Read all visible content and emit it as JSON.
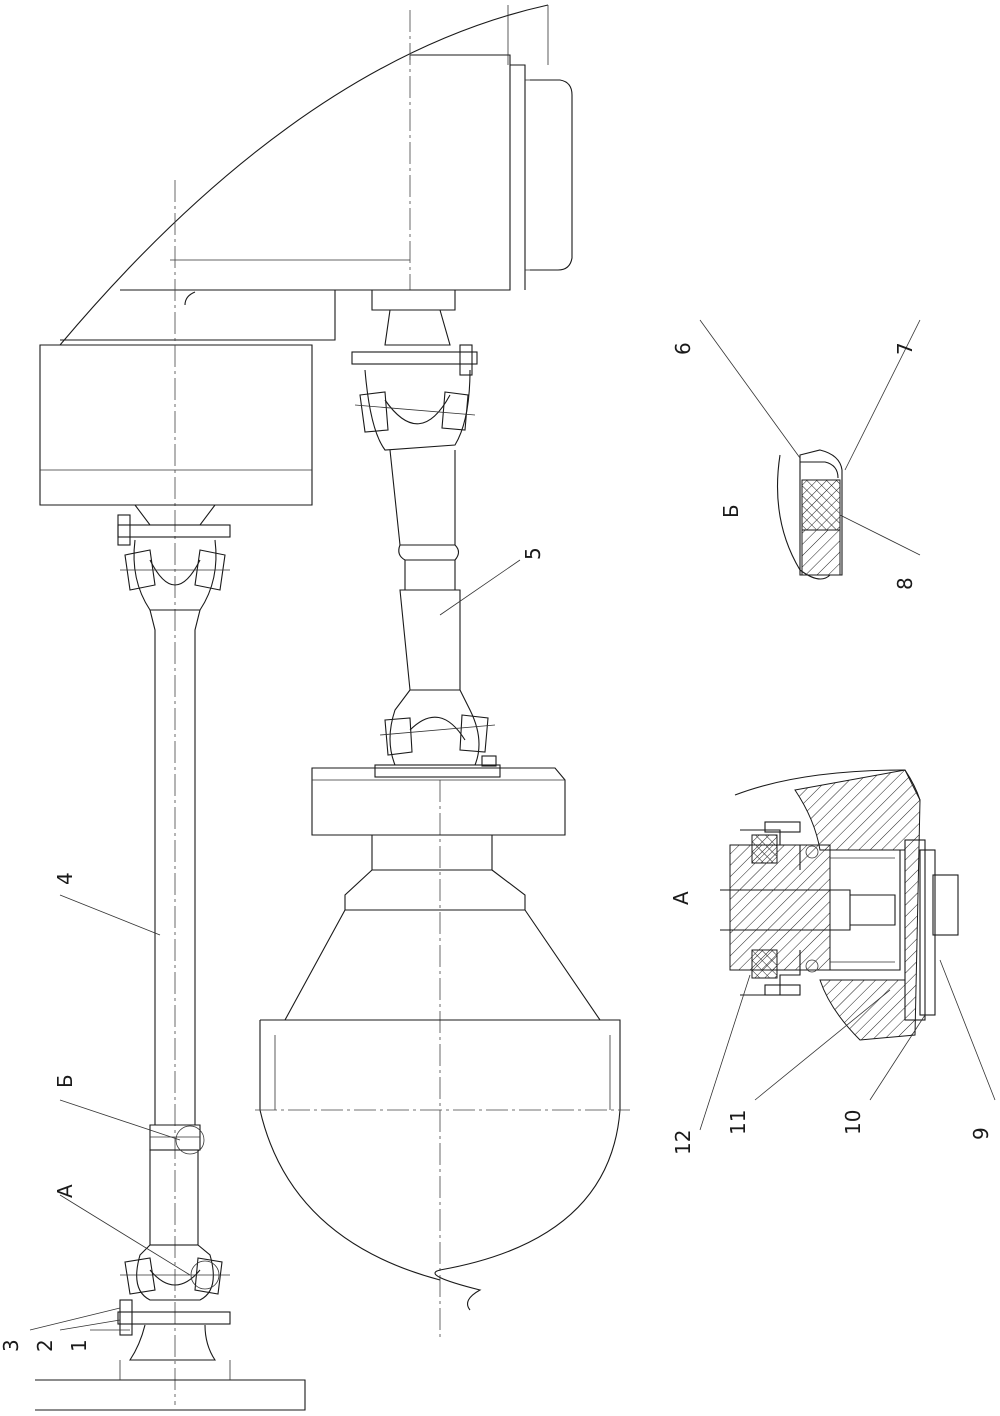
{
  "labels": {
    "item_1": "1",
    "item_2": "2",
    "item_3": "3",
    "item_4": "4",
    "item_5": "5",
    "item_6": "6",
    "item_7": "7",
    "item_8": "8",
    "item_9": "9",
    "item_10": "10",
    "item_11": "11",
    "item_12": "12",
    "view_a": "А",
    "view_b": "Б",
    "detail_a_title": "А",
    "detail_b_title": "Б"
  }
}
